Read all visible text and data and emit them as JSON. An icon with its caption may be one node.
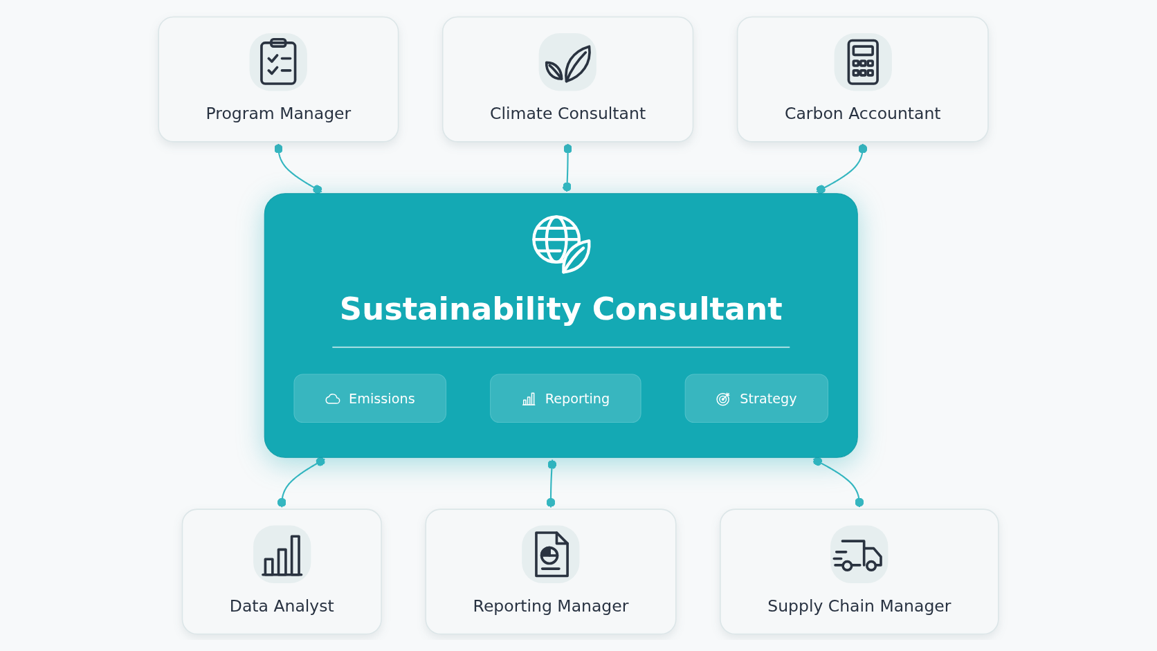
{
  "diagram": {
    "nodes": [
      {
        "text": [
          "Program Manager"
        ]
      },
      {
        "text": [
          "Climate Consultant"
        ]
      },
      {
        "text": [
          "Sustainability Consultant"
        ]
      },
      {
        "text": [
          "Emissions"
        ],
        "in": 2
      },
      {
        "text": [
          "Reporting"
        ],
        "in": 2
      },
      {
        "text": [
          "Strategy"
        ],
        "in": 2
      },
      {
        "text": [
          "Data Analyst"
        ]
      },
      {
        "text": [
          "Carbon Accountant"
        ]
      },
      {
        "text": [
          "Reporting Manager"
        ]
      },
      {
        "text": [
          "Supply Chain Manager"
        ]
      }
    ],
    "edges": [
      {
        "from": 0,
        "to": 2,
        "arrow": "other"
      },
      {
        "from": 1,
        "to": 2,
        "arrow": "other"
      },
      {
        "from": 2,
        "to": 6,
        "arrow": "other"
      },
      {
        "from": 7,
        "to": 2,
        "arrow": "other"
      },
      {
        "from": 2,
        "to": 8,
        "arrow": "other"
      },
      {
        "from": 2,
        "to": 9,
        "arrow": "other"
      }
    ]
  }
}
